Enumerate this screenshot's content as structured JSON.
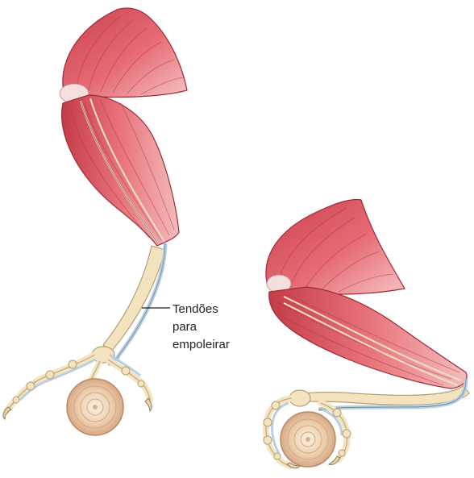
{
  "diagram": {
    "label_lines": [
      "Tendões",
      "para",
      "empoleirar"
    ]
  },
  "colors": {
    "muscle": "#e05f6a",
    "muscle_dark": "#b8333f",
    "muscle_light": "#f4b3b5",
    "bone": "#f3e3bf",
    "bone_edge": "#c7b68e",
    "tendon": "#b9cfe0",
    "wood": "#e8c7a3",
    "wood_ring": "#c99b75",
    "wood_center": "#f6e6d2"
  }
}
